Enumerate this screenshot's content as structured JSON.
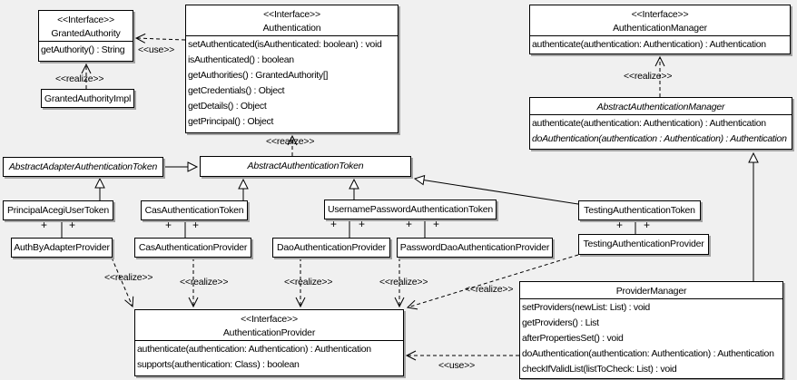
{
  "labels": {
    "use": "<<use>>",
    "realize": "<<realize>>",
    "plus": "+"
  },
  "colors": {
    "background": "#f0f0f0",
    "box_fill": "#ffffff",
    "line": "#000000",
    "shadow": "#a3a3a3"
  },
  "classes": {
    "granted_authority": {
      "stereotype": "<<Interface>>",
      "name": "GrantedAuthority",
      "methods": [
        "getAuthority() : String"
      ]
    },
    "granted_authority_impl": {
      "name": "GrantedAuthorityImpl"
    },
    "authentication": {
      "stereotype": "<<Interface>>",
      "name": "Authentication",
      "methods": [
        "setAuthenticated(isAuthenticated: boolean) : void",
        "isAuthenticated() : boolean",
        "getAuthorities() : GrantedAuthority[]",
        "getCredentials() : Object",
        "getDetails() : Object",
        "getPrincipal() : Object"
      ]
    },
    "authentication_manager": {
      "stereotype": "<<Interface>>",
      "name": "AuthenticationManager",
      "methods": [
        "authenticate(authentication: Authentication) : Authentication"
      ]
    },
    "abstract_authentication_manager": {
      "name": "AbstractAuthenticationManager",
      "methods": [
        "authenticate(authentication: Authentication) : Authentication",
        "doAuthentication(authentication : Authentication) : Authentication"
      ]
    },
    "abstract_adapter_authentication_token": {
      "name": "AbstractAdapterAuthenticationToken"
    },
    "abstract_authentication_token": {
      "name": "AbstractAuthenticationToken"
    },
    "principal_acegi_user_token": {
      "name": "PrincipalAcegiUserToken"
    },
    "cas_authentication_token": {
      "name": "CasAuthenticationToken"
    },
    "username_password_authentication_token": {
      "name": "UsernamePasswordAuthenticationToken"
    },
    "testing_authentication_token": {
      "name": "TestingAuthenticationToken"
    },
    "auth_by_adapter_provider": {
      "name": "AuthByAdapterProvider"
    },
    "cas_authentication_provider": {
      "name": "CasAuthenticationProvider"
    },
    "dao_authentication_provider": {
      "name": "DaoAuthenticationProvider"
    },
    "password_dao_authentication_provider": {
      "name": "PasswordDaoAuthenticationProvider"
    },
    "testing_authentication_provider": {
      "name": "TestingAuthenticationProvider"
    },
    "authentication_provider": {
      "stereotype": "<<Interface>>",
      "name": "AuthenticationProvider",
      "methods": [
        "authenticate(authentication: Authentication) : Authentication",
        "supports(authentication: Class) : boolean"
      ]
    },
    "provider_manager": {
      "name": "ProviderManager",
      "methods": [
        "setProviders(newList: List) : void",
        "getProviders() : List",
        "afterPropertiesSet() : void",
        "doAuthentication(authentication: Authentication) : Authentication",
        "checkIfValidList(listToCheck: List) : void"
      ]
    }
  }
}
